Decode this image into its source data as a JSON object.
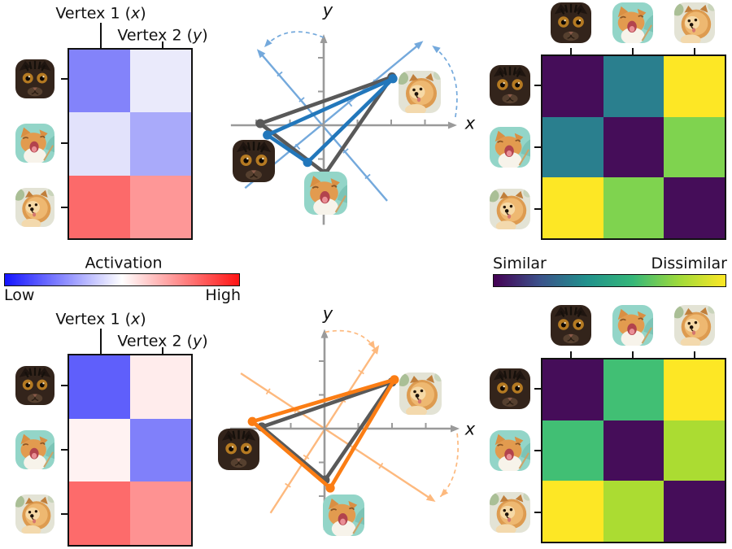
{
  "figure": {
    "background": "#ffffff",
    "labels": {
      "vertex1": {
        "prefix": "Vertex 1 (",
        "var": "x",
        "suffix": ")"
      },
      "vertex2": {
        "prefix": "Vertex 2 (",
        "var": "y",
        "suffix": ")"
      },
      "activation_title": "Activation",
      "activation_low": "Low",
      "activation_high": "High",
      "similar": "Similar",
      "dissimilar": "Dissimilar",
      "x_axis": "x",
      "y_axis": "y"
    },
    "colors": {
      "axis_gray": "#9a9a9a",
      "triangle_gray": "#595959",
      "triangle_blue": "#2277bb",
      "triangle_orange": "#fb7d14",
      "rotated_blue": "#74a9dc",
      "rotated_orange": "#fdb97e",
      "border_black": "#111111"
    },
    "animals": [
      {
        "id": "tabby-cat",
        "label": "tabby cat face photo"
      },
      {
        "id": "yawning-cat",
        "label": "yawning orange cat photo"
      },
      {
        "id": "pomeranian",
        "label": "pomeranian dog photo"
      }
    ]
  },
  "chart_data": [
    {
      "id": "activation-heatmap-top",
      "type": "heatmap",
      "colormap": "bwr",
      "col_labels": [
        "Vertex 1 (x)",
        "Vertex 2 (y)"
      ],
      "row_labels": [
        "tabby-cat",
        "yawning-cat",
        "pomeranian"
      ],
      "values": [
        [
          -0.5,
          -0.13
        ],
        [
          -0.17,
          -0.35
        ],
        [
          0.58,
          0.41
        ]
      ],
      "cell_colors": [
        [
          "#8383fa",
          "#eaeafb"
        ],
        [
          "#e2e2fb",
          "#a9aafa"
        ],
        [
          "#fc6a6a",
          "#fe9797"
        ]
      ]
    },
    {
      "id": "embedding-plot-top",
      "type": "scatter",
      "xlabel": "x",
      "ylabel": "y",
      "axis_range": {
        "x": [
          -2.75,
          3.95
        ],
        "y": [
          -2.95,
          2.7
        ]
      },
      "xticks": [
        -2,
        -1,
        1,
        2,
        3
      ],
      "yticks": [
        -2,
        -1,
        1,
        2
      ],
      "triangles": [
        {
          "name": "original-geometry",
          "color_key": "triangle_gray",
          "points": [
            [
              -1.88,
              0.05
            ],
            [
              2.02,
              1.43
            ],
            [
              0.05,
              -1.43
            ]
          ]
        },
        {
          "name": "rotated-geometry",
          "color_key": "triangle_blue",
          "points": [
            [
              -1.67,
              -0.29
            ],
            [
              2.05,
              1.38
            ],
            [
              -0.48,
              -1.1
            ]
          ]
        }
      ],
      "rotated_axes": [
        {
          "neg": [
            -2.33,
            -1.86
          ],
          "pos": [
            2.95,
            2.5
          ],
          "color_key": "rotated_blue",
          "ticks": [
            -2,
            -1,
            1,
            2
          ]
        },
        {
          "neg": [
            1.88,
            -2.24
          ],
          "pos": [
            -1.98,
            2.26
          ],
          "color_key": "rotated_blue",
          "ticks": [
            -2,
            -1,
            1,
            2
          ]
        }
      ],
      "rotation_arcs": [
        {
          "start": [
            0,
            2.6
          ],
          "ctrl": [
            -1.1,
            3.05
          ],
          "end": [
            -1.76,
            2.31
          ],
          "color_key": "rotated_blue"
        },
        {
          "start": [
            3.9,
            0.24
          ],
          "ctrl": [
            4.14,
            1.67
          ],
          "end": [
            3.21,
            2.36
          ],
          "color_key": "rotated_blue"
        }
      ],
      "photo_markers": [
        {
          "animal": "pomeranian",
          "at": [
            2.05,
            1.38
          ]
        },
        {
          "animal": "tabby-cat",
          "at": [
            -1.67,
            -0.29
          ]
        },
        {
          "animal": "yawning-cat",
          "at": [
            -0.48,
            -1.1
          ]
        }
      ]
    },
    {
      "id": "rdm-top",
      "type": "heatmap",
      "colormap": "viridis",
      "row_labels": [
        "tabby-cat",
        "yawning-cat",
        "pomeranian"
      ],
      "col_labels": [
        "tabby-cat",
        "yawning-cat",
        "pomeranian"
      ],
      "values": [
        [
          0,
          0.42,
          1
        ],
        [
          0.42,
          0,
          0.78
        ],
        [
          1,
          0.78,
          0
        ]
      ],
      "cell_colors": [
        [
          "#450d59",
          "#2a7f8e",
          "#fde725"
        ],
        [
          "#2a7f8e",
          "#450d59",
          "#7fd34f"
        ],
        [
          "#fde725",
          "#7fd34f",
          "#450d59"
        ]
      ]
    },
    {
      "id": "activation-heatmap-bottom",
      "type": "heatmap",
      "colormap": "bwr",
      "col_labels": [
        "Vertex 1 (x)",
        "Vertex 2 (y)"
      ],
      "row_labels": [
        "tabby-cat",
        "yawning-cat",
        "pomeranian"
      ],
      "values": [
        [
          -0.65,
          0.07
        ],
        [
          0.04,
          -0.5
        ],
        [
          0.58,
          0.43
        ]
      ],
      "cell_colors": [
        [
          "#5f5ffb",
          "#ffecec"
        ],
        [
          "#fff2f2",
          "#8080fa"
        ],
        [
          "#fd6b6b",
          "#fe9292"
        ]
      ]
    },
    {
      "id": "embedding-plot-bottom",
      "type": "scatter",
      "xlabel": "x",
      "ylabel": "y",
      "axis_range": {
        "x": [
          -2.8,
          4.0
        ],
        "y": [
          -3.0,
          2.95
        ]
      },
      "xticks": [
        -2,
        -1,
        1,
        2,
        3
      ],
      "yticks": [
        -2,
        -1,
        1,
        2
      ],
      "triangles": [
        {
          "name": "original-geometry",
          "color_key": "triangle_gray",
          "points": [
            [
              -1.86,
              0.05
            ],
            [
              2.0,
              1.38
            ],
            [
              0.02,
              -1.52
            ]
          ]
        },
        {
          "name": "stretched-geometry",
          "color_key": "triangle_orange",
          "points": [
            [
              -2.14,
              0.21
            ],
            [
              2.07,
              1.45
            ],
            [
              0.17,
              -1.76
            ]
          ]
        }
      ],
      "rotated_axes": [
        {
          "neg": [
            -1.6,
            -2.5
          ],
          "pos": [
            1.62,
            2.48
          ],
          "color_key": "rotated_orange",
          "ticks": [
            -2,
            -1,
            1,
            2
          ]
        },
        {
          "neg": [
            -2.48,
            1.64
          ],
          "pos": [
            3.29,
            -2.17
          ],
          "color_key": "rotated_orange",
          "ticks": [
            -2,
            -1,
            1,
            2
          ]
        }
      ],
      "rotation_arcs": [
        {
          "start": [
            0.02,
            2.86
          ],
          "ctrl": [
            1.07,
            3.05
          ],
          "end": [
            1.5,
            2.35
          ],
          "color_key": "rotated_orange"
        },
        {
          "start": [
            3.93,
            -0.14
          ],
          "ctrl": [
            4.07,
            -1.36
          ],
          "end": [
            3.43,
            -2.02
          ],
          "color_key": "rotated_orange"
        }
      ],
      "photo_markers": [
        {
          "animal": "pomeranian",
          "at": [
            2.07,
            1.45
          ]
        },
        {
          "animal": "tabby-cat",
          "at": [
            -2.14,
            0.21
          ]
        },
        {
          "animal": "yawning-cat",
          "at": [
            0.17,
            -1.76
          ]
        }
      ]
    },
    {
      "id": "rdm-bottom",
      "type": "heatmap",
      "colormap": "viridis",
      "row_labels": [
        "tabby-cat",
        "yawning-cat",
        "pomeranian"
      ],
      "col_labels": [
        "tabby-cat",
        "yawning-cat",
        "pomeranian"
      ],
      "values": [
        [
          0,
          0.62,
          1
        ],
        [
          0.62,
          0,
          0.85
        ],
        [
          1,
          0.85,
          0
        ]
      ],
      "cell_colors": [
        [
          "#450d59",
          "#41bf74",
          "#fde725"
        ],
        [
          "#41bf74",
          "#450d59",
          "#abdc32"
        ],
        [
          "#fde725",
          "#abdc32",
          "#450d59"
        ]
      ]
    },
    {
      "id": "activation-colorbar",
      "type": "colorbar",
      "title": "Activation",
      "min_label": "Low",
      "max_label": "High",
      "gradient": [
        "#1414ff",
        "#ffffff",
        "#ff1414"
      ]
    },
    {
      "id": "similarity-colorbar",
      "type": "colorbar",
      "min_label": "Similar",
      "max_label": "Dissimilar",
      "gradient": [
        "#440154",
        "#3b528b",
        "#21918c",
        "#35b779",
        "#9fda3a",
        "#fde725"
      ]
    }
  ]
}
